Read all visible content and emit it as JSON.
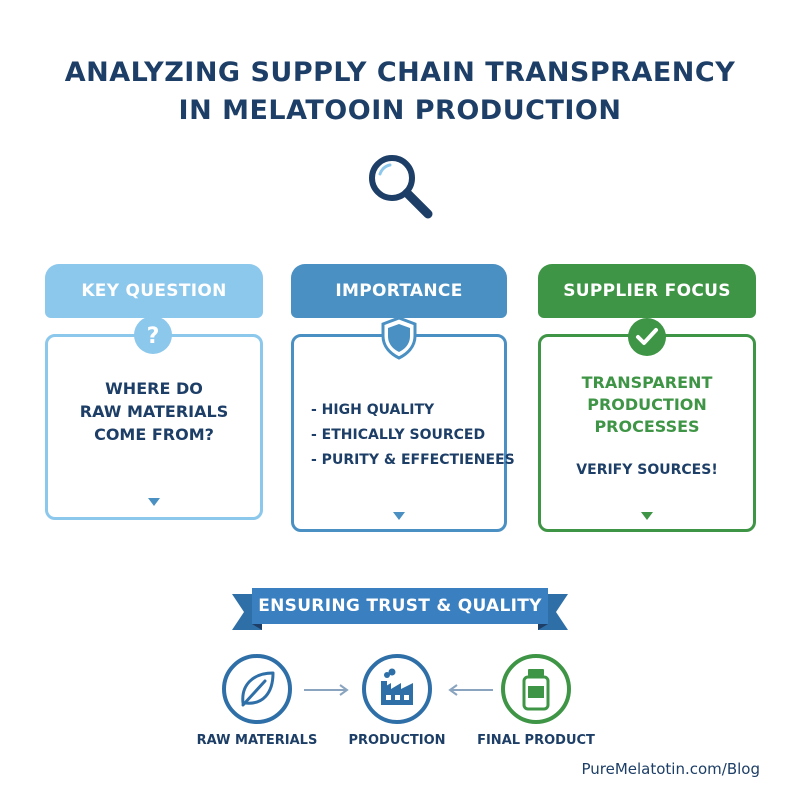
{
  "title": {
    "line1": "ANALYZING SUPPLY CHAIN TRANSPRAENCY",
    "line2": "IN MELATOOIN PRODUCTION"
  },
  "icons": {
    "header": "magnifying-glass-icon",
    "key_question": "question-mark-icon",
    "importance": "shield-icon",
    "supplier_focus": "checkmark-icon",
    "raw_materials": "leaf-icon",
    "production": "factory-icon",
    "final_product": "bottle-icon"
  },
  "columns": {
    "key_question": {
      "header": "KEY QUESTION",
      "lines": [
        "WHERE DO",
        "RAW MATERIALS",
        "COME FROM?"
      ]
    },
    "importance": {
      "header": "IMPORTANCE",
      "items": [
        "- HIGH QUALITY",
        "- ETHICALLY SOURCED",
        "- PURITY & EFFECTIENEES"
      ]
    },
    "supplier_focus": {
      "header": "SUPPLIER FOCUS",
      "lines": [
        "TRANSPARENT",
        "PRODUCTION",
        "PROCESSES"
      ],
      "note": "VERIFY SOURCES!"
    }
  },
  "banner": {
    "text": "ENSURING TRUST & QUALITY"
  },
  "flow": {
    "raw_materials": "RAW MATERIALS",
    "production": "PRODUCTION",
    "final_product": "FINAL PRODUCT"
  },
  "footer": {
    "text": "PureMelatotin.com/Blog"
  },
  "colors": {
    "navy": "#1d3e66",
    "light_blue": "#8cc7ec",
    "mid_blue": "#4a90c2",
    "green": "#3f9546"
  }
}
